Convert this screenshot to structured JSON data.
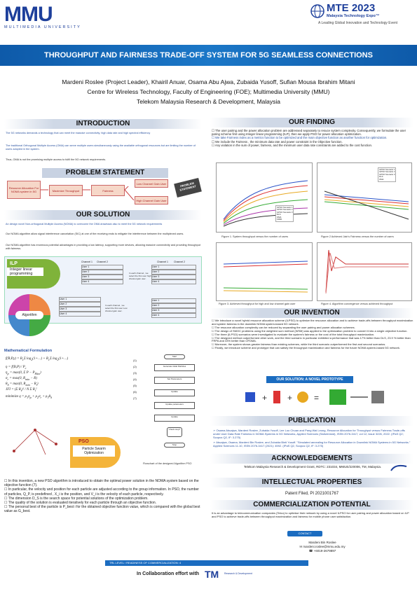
{
  "header": {
    "mmu_logo": "MMU",
    "mmu_tagline": "MULTIMEDIA UNIVERSITY",
    "mte_title": "MTE 2023",
    "mte_subtitle": "Malaysia Technology Expo™",
    "mte_tagline": "A Leading Global Innovation and Technology Event"
  },
  "title": "THROUGHPUT AND FAIRNESS TRADE-OFF SYSTEM FOR 5G SEAMLESS CONNECTIONS",
  "authors": {
    "line1": "Mardeni Roslee (Project Leader), Khairil Anuar, Osama Abu Ajwa, Zubaida Yusoff, Sufian Mousa Ibrahim Mitani",
    "line2": "Centre for Wireless Technology, Faculty of Engineering (FOE); Multimedia University (MMU)",
    "line3": "Telekom Malaysia Research & Development, Malaysia"
  },
  "introduction": {
    "heading": "INTRODUCTION",
    "p1": "The 5G networks demands a technology that can meet the massive connectivity, high data rate and high spectral efficiency",
    "p2": "The traditional Orthogonal Multiple Access (OMA) can serve multiple users simultaneously using the available orthogonal resources but are limiting the number of users adopted in the system.",
    "p3": "Thus, OMA is not the promising multiple access to fulfil the 5G network requirements."
  },
  "problem": {
    "heading": "PROBLEM STATEMENT",
    "box1": "Resource Allocation For NOMA system in 5G",
    "box2": "Maximize Throughput",
    "box3": "Fairness",
    "box4": "Low Channel Gain User",
    "box5": "High Channel Gain User",
    "sign": "PROBLEM STATEMENT"
  },
  "solution": {
    "heading": "OUR SOLUTION",
    "p1": "An design novel Non-orthogonal Multiple Access (NOMA) to overcome the OMA drawback also to meet the 5G network requirements",
    "p2": "Our NOMA algorithm allow signal interference cancelation (SIC) at one of the receiving ends to mitigate the interference between the multiplexed users.",
    "p3": "Our NOMA algorithm has enormous potential advantages in providing a low latency, supporting more devices, allowing massive connectivity and providing throughput with fairness.",
    "ilp_title": "ILP",
    "ilp_text": "Integer linear programming",
    "channel1": "Channel 1",
    "channel2": "Channel 2",
    "users": [
      "User 1",
      "User 2",
      "User 3",
      "User 4"
    ],
    "step1": "In each channel , we select the first user high channel gain user .",
    "step2": "In each channel , we select the first user Low channel gain user .",
    "algorithm": "Algorithm",
    "math_heading": "Mathematical Formulation",
    "eq_numbers": [
      "(1)",
      "(2)",
      "(3)",
      "(4)",
      "(5)",
      "(6)",
      "(7)"
    ],
    "pso_title": "PSO",
    "pso_text": "Particle Swarm Optimization",
    "flow_caption": "Flowchart of the designed Algorithm PSO",
    "flow_start": "Start",
    "flow_stop": "Stop",
    "flow_steps": [
      "Generate initial Particles",
      "Set Parameters",
      "Update",
      "Update parameters",
      "Update",
      "Check stop?"
    ],
    "bullets": [
      "In this invention, a new PSO algorithm is introduced to obtain the optimal power solution in the NOMA system based on the objective function (7).",
      "In particular, the velocity and position for each particle are adjusted according to the group information. In PSO, the number of particles, Q_P, is predefined , X_i is the position, and V_i is the velocity of each particle, respectively.",
      "The dimension D_S is the search space for potential solutions of the optimization problem.",
      "The quality of the solution is evaluated iteratively for each particle through an objective function.",
      "The personal best of the particle is P_best i for the obtained objective function value, which is compared with the global best value as G_best."
    ]
  },
  "finding": {
    "heading": "OUR FINDING",
    "bullets": [
      "The user pairing and the power allocation problem are addressed separately to resuce system complexity. Consequently, we formulate the user paring scheme first using Integer linear programming (ILP), then we apply PSO for power allocation optimization.",
      "We take Fairness index as a metrics function to be optimized and the main objective function as another function for optimization.",
      "We include the Fairness , the minimum data rate and power constraint in the Objective function.",
      "Any violation in the sum of power, fairness, and the minimum user data rate constraints are added to the cost function."
    ],
    "fig1": "Figure 1. System throughput versus the number of users",
    "fig2": "Figure 2 Achieved Jain's Fairness versus the number of users",
    "fig3": "Figure 3. Achieved throughput for high and low channel gain user",
    "fig4": "Figure 4. Algorithm convergence versus achieved throughput",
    "xlabel": "Number of Users",
    "legend1": [
      "ILPSO Scenario 1",
      "ILPSO Scenario 2",
      "ILPSO Scenario 3",
      "DLS",
      "OMA",
      "FRPA"
    ],
    "legend2": [
      "ILPSO Scenario 1",
      "ILPSO Scenario 2",
      "ILPSO Scenario 3",
      "DLS",
      "OMA"
    ]
  },
  "invention": {
    "heading": "OUR INVENTION",
    "bullets": [
      "We introduce a novel hybrid resource allocation scheme (ILPSO) to optimize the resource allocation and to achieve trade-offs between throughput maximization and system fairness in the downlink NOMA system-based 5G network.",
      "The resource allocation complexity can be reduced by separating the user pairing and power allocation schemes.",
      "The design of SMOC problems using the weighted sum method (WSM) was applied to the optimization problem to convert it into a single objective function.",
      "The three (ILPSO) scenarios were investigated to evaluate the system's fairness or the cost of the total throughput maximization.",
      "The designed method outperformed other work, and the third scenario in particular exhibited a performance that was 17% better than DLS, 23.9 % better than FRPA and 33% better than OFDMA.",
      "Moreover, the system shows greater fairness than existing schemes, while the third scenario outperformed the first and second scenarios.",
      "Finally, we introduce scheme and prototype that can satisfy the throughput maximization and fairness for the future NOMA system-based 5G network."
    ],
    "prototype": "OUR SOLUTION: A NOVEL PROTOTYPE"
  },
  "publication": {
    "heading": "PUBLICATION",
    "items": [
      "Osama Abuajwa, Mardeni Roslee, Zubaida Yusoff, Lee Loo Chuan and Pang Wai Leong, Resource Allocation for Throughput versus Fairness Trade-offs under User Data Rate Fairness in NOMA Systems in 5G Networks, Applied Sciences (Switzerland), ISSN 2076-3417, vol 12, issue 3226, 2022. (IPaS Q2; Scopus Q2, IF: 3.275)",
      "Abuajwa, Osama, Mardeni Bin Roslee, and Zubaida Binti Yusoff. \"Simulated annealing for Resource Allocation in Downlink NOMA Systems in 5G Networks.\" Applied Sciences 11.10, ISSN 2076-3417 (2021): 4592. (IPaS Q2, Scopus Q2, IF: 3.275)"
    ]
  },
  "acknowledgements": {
    "heading": "ACKNOWLEDGEMENTS",
    "text": "Telekom Malaysia Research & Development Grant, RDTC: 231034, MMUE/220006, TM, Malaysia."
  },
  "ip": {
    "heading": "INTELLECTUAL PROPERTIES",
    "text": "Patent Filed, PI 2021001767"
  },
  "commercial": {
    "heading": "COMMERCIALIZATION POTENTIAL",
    "text": "It is an advantage to telecommunication companies (Telco) to optimise their network by using a novel ILPSO for user pairing and power allocation based on ILP and PSO to achieve trade-offs between throughput maximization and fairness for mobile phone user satisfaction."
  },
  "contact": {
    "label": "CONTACT",
    "name": "Mardeni Bin Roslee",
    "email": "mardeni.roslee@mmu.edu.my",
    "phone": "+6019-2679897"
  },
  "footer": {
    "trl": "TRL LEVEL / READINESS OF COMMERCIALIZATION: 4",
    "collab": "In Collaboration effort with",
    "tm": "TM",
    "tm_sub": "Research & Development"
  }
}
